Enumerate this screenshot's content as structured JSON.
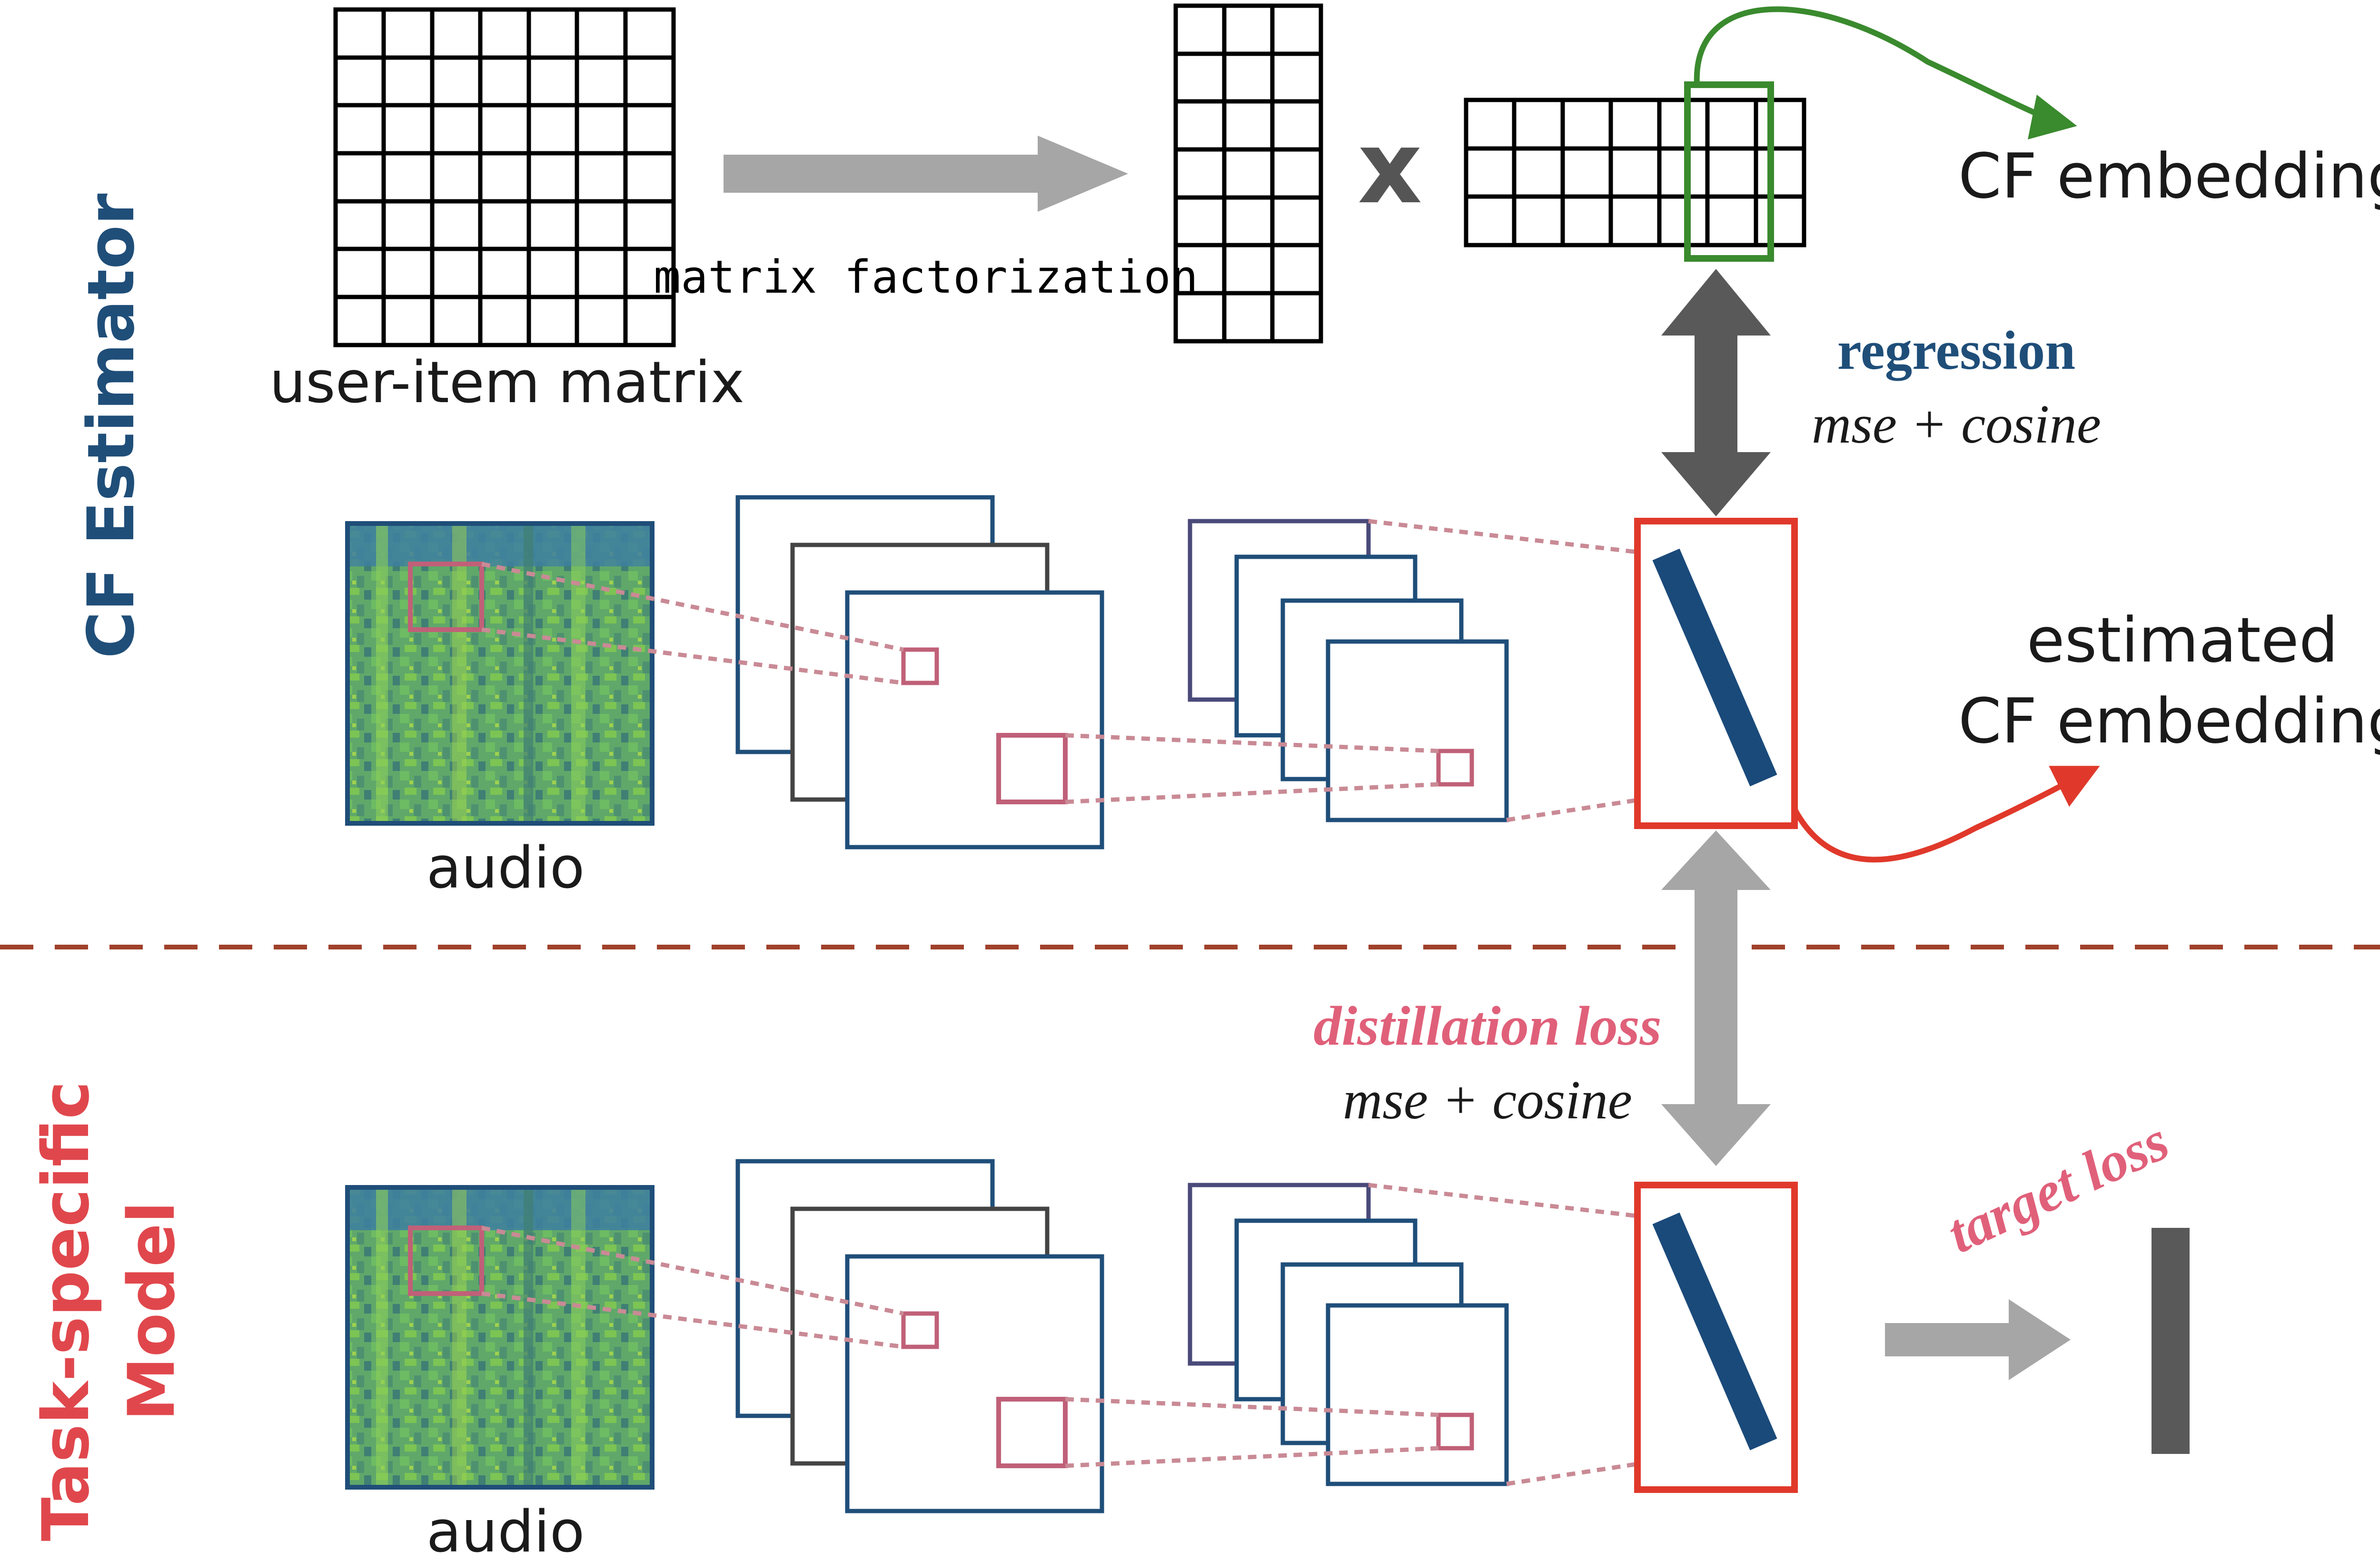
{
  "labels": {
    "user_item_matrix": "user-item matrix",
    "matrix_factorization": "matrix factorization",
    "multiply": "x",
    "cf_embedding": "CF embedding",
    "regression": "regression",
    "regression_loss": "mse + cosine",
    "audio_top": "audio",
    "estimated_line1": "estimated",
    "estimated_line2": "CF embedding",
    "distillation_loss": "distillation loss",
    "distillation_formula": "mse + cosine",
    "target_loss": "target loss",
    "audio_bottom": "audio",
    "section_top": "CF Estimator",
    "section_bottom_line1": "Task-specific",
    "section_bottom_line2": "Model"
  },
  "colors": {
    "section_top": "#1f4e79",
    "section_bottom": "#e0474c",
    "regression": "#1f4e79",
    "distillation": "#e0607a",
    "target": "#e0607a",
    "green_arrow": "#3a8a2e",
    "red_box": "#e0392b",
    "embedding_bar": "#1a4a7a",
    "gray_arrow": "#a6a6a6",
    "dark_gray": "#595959",
    "divider": "#a0402a",
    "dotted": "#c98a95"
  }
}
